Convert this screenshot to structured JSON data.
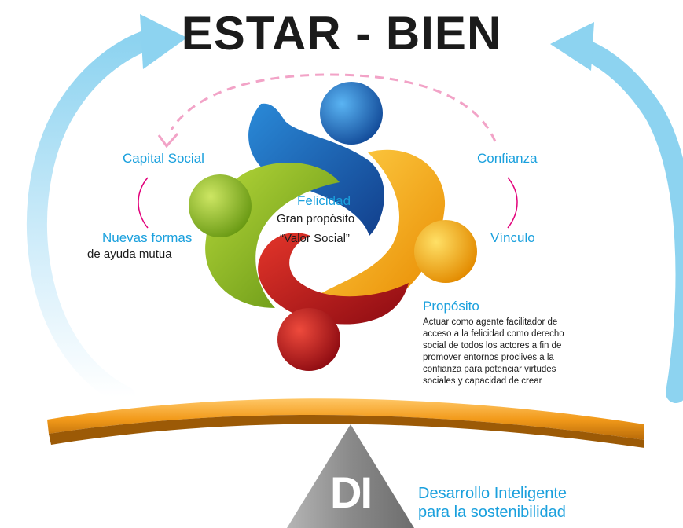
{
  "title": "ESTAR - BIEN",
  "colors": {
    "blue_text": "#1aa0dd",
    "arrow_blue": "#8dd3f0",
    "dashed_pink": "#f2a3c7",
    "pink_bracket": "#e2007a",
    "figure_blue": "#1a6fc0",
    "figure_yellow": "#f5a800",
    "figure_green": "#8cbf22",
    "figure_red": "#c8161d",
    "beam_orange": "#f29a1a",
    "fulcrum_gray": "#8a8a8a"
  },
  "left_labels": {
    "capital_social": "Capital Social",
    "nuevas_formas": "Nuevas formas",
    "ayuda_mutua": "de ayuda mutua"
  },
  "right_labels": {
    "confianza": "Confianza",
    "vinculo": "Vínculo"
  },
  "center": {
    "felicidad": "Felicidad",
    "gran_proposito": "Gran propósito",
    "valor_social": "“Valor Social”"
  },
  "proposito": {
    "heading": "Propósito",
    "lines": [
      "Actuar como agente facilitador de",
      "acceso a la felicidad como derecho",
      "social de todos los actores a fin de",
      "promover entornos proclives a la",
      "confianza para potenciar virtudes",
      "sociales y capacidad de crear"
    ]
  },
  "fulcrum": {
    "logo": "DI",
    "caption_line1": "Desarrollo Inteligente",
    "caption_line2": "para la sostenibilidad"
  }
}
